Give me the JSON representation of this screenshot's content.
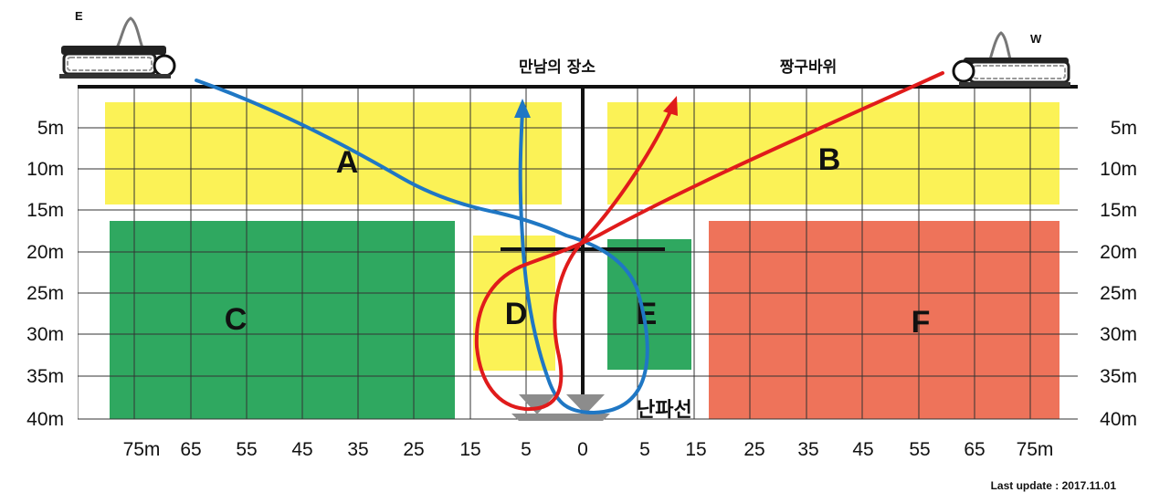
{
  "headers": {
    "meeting_place": "만남의 장소",
    "rock": "짱구바위",
    "shipwreck_line": "난파선"
  },
  "cranes": {
    "east": "E",
    "west": "W"
  },
  "depth_labels": [
    "5m",
    "10m",
    "15m",
    "20m",
    "25m",
    "30m",
    "35m",
    "40m"
  ],
  "distance_labels": [
    "75m",
    "65",
    "55",
    "45",
    "35",
    "25",
    "15",
    "5",
    "0",
    "5",
    "15",
    "25",
    "35",
    "45",
    "55",
    "65",
    "75m"
  ],
  "zones": [
    {
      "id": "A",
      "label": "A",
      "color": "#fbf256"
    },
    {
      "id": "B",
      "label": "B",
      "color": "#fbf256"
    },
    {
      "id": "C",
      "label": "C",
      "color": "#2fa860"
    },
    {
      "id": "D",
      "label": "D",
      "color": "#fbf256"
    },
    {
      "id": "E",
      "label": "E",
      "color": "#2fa860"
    },
    {
      "id": "F",
      "label": "F",
      "color": "#ee735a"
    }
  ],
  "route_colors": {
    "blue": "#1f77c4",
    "red": "#e01b1b"
  },
  "update_note": "Last update : 2017.11.01"
}
